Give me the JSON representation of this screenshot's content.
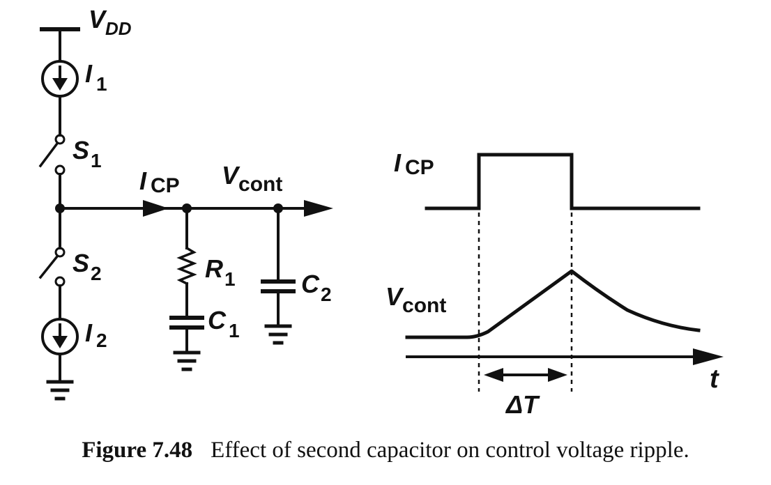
{
  "labels": {
    "vdd": "V",
    "vdd_sub": "DD",
    "i1": "I",
    "i1_sub": "1",
    "s1": "S",
    "s1_sub": "1",
    "icp": "I",
    "icp_sub": "CP",
    "vcont": "V",
    "vcont_sub": "cont",
    "s2": "S",
    "s2_sub": "2",
    "r1": "R",
    "r1_sub": "1",
    "c2": "C",
    "c2_sub": "2",
    "c1": "C",
    "c1_sub": "1",
    "i2": "I",
    "i2_sub": "2",
    "icp_wave": "I",
    "icp_wave_sub": "CP",
    "vcont_wave": "V",
    "vcont_wave_sub": "cont",
    "t": "t",
    "delta_t": "ΔT"
  },
  "caption": {
    "number": "Figure 7.48",
    "text": "Effect of second capacitor on control voltage ripple."
  }
}
